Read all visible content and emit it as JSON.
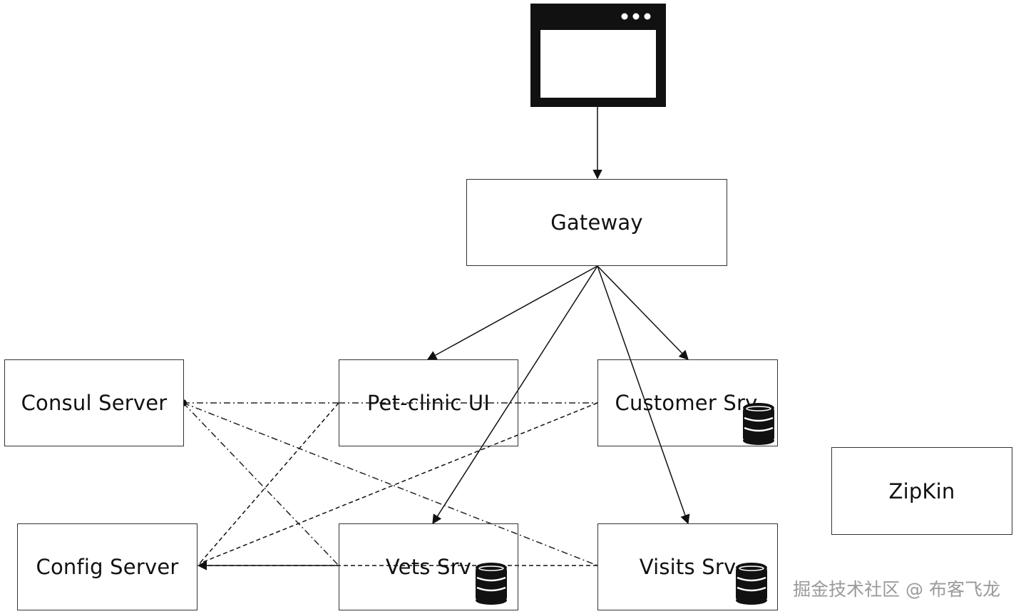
{
  "nodes": {
    "gateway": "Gateway",
    "consul": "Consul Server",
    "petclinic_ui": "Pet-clinic UI",
    "customer": "Customer Srv",
    "zipkin": "ZipKin",
    "config": "Config Server",
    "vets": "Vets Srv",
    "visits": "Visits Srv"
  },
  "icons": {
    "client": "browser-window-icon",
    "database": "database-icon"
  },
  "watermark": "掘金技术社区 @ 布客飞龙"
}
